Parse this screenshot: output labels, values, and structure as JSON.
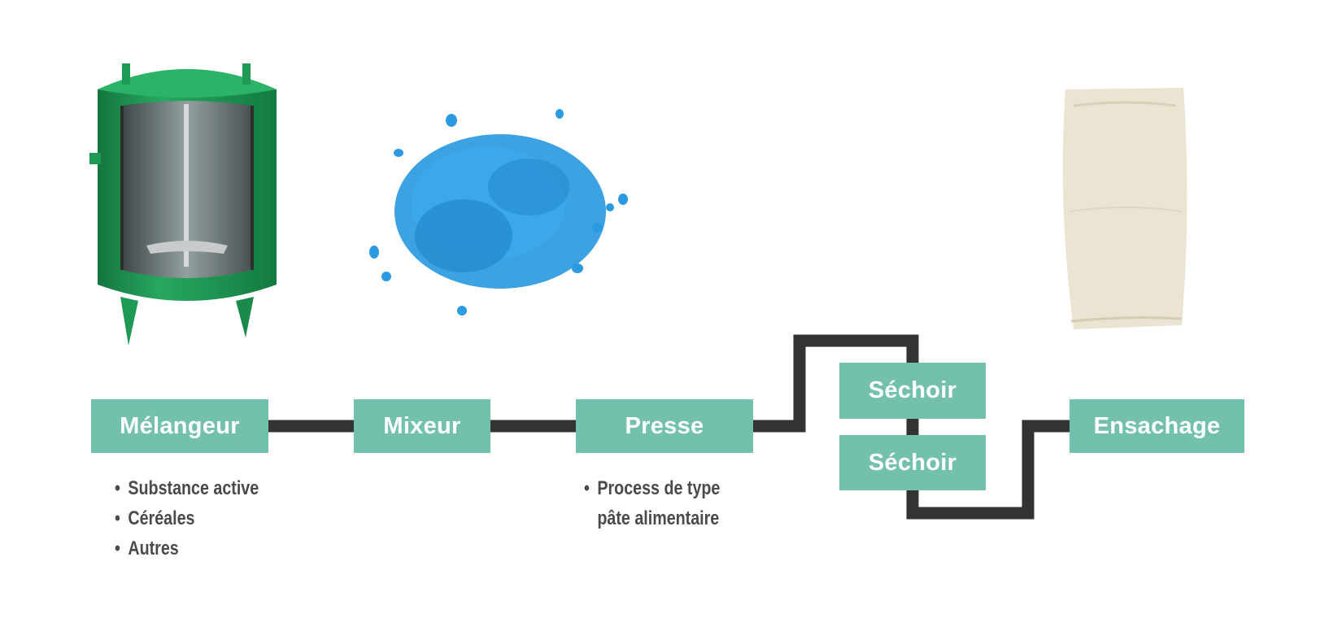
{
  "colors": {
    "step_box": "#73c1ad",
    "step_text": "#ffffff",
    "connector": "#333333",
    "note_text": "#4a4a4a",
    "tank_green": "#1f9a55",
    "pellet_blue": "#2b9ae0",
    "sack": "#ebe4d2"
  },
  "illustrations": [
    {
      "name": "mixing-tank-icon"
    },
    {
      "name": "blue-pellets-icon"
    },
    {
      "name": "woven-sack-icon"
    }
  ],
  "steps": {
    "melangeur": "Mélangeur",
    "mixeur": "Mixeur",
    "presse": "Presse",
    "sechoir_1": "Séchoir",
    "sechoir_2": "Séchoir",
    "ensachage": "Ensachage"
  },
  "notes": {
    "melangeur": [
      "Substance active",
      "Céréales",
      "Autres"
    ],
    "presse": [
      "Process de type",
      "pâte alimentaire"
    ]
  }
}
